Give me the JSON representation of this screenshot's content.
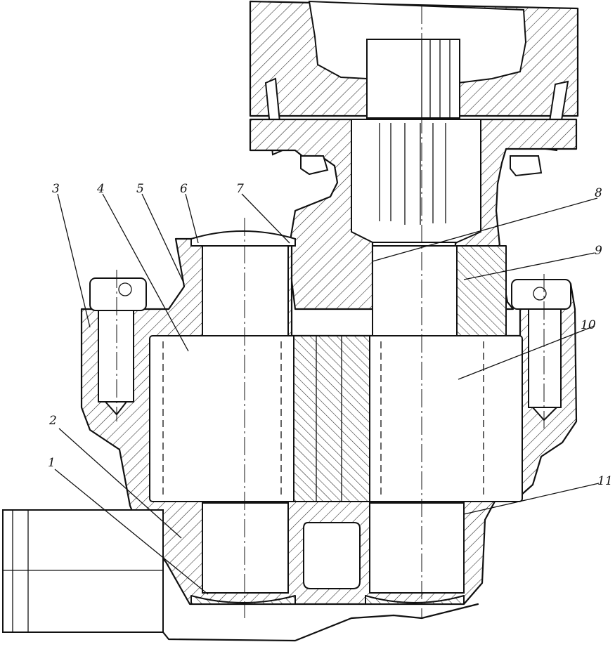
{
  "callouts": [
    {
      "id": "callout-1",
      "text": "1"
    },
    {
      "id": "callout-2",
      "text": "2"
    },
    {
      "id": "callout-3",
      "text": "3"
    },
    {
      "id": "callout-4",
      "text": "4"
    },
    {
      "id": "callout-5",
      "text": "5"
    },
    {
      "id": "callout-6",
      "text": "6"
    },
    {
      "id": "callout-7",
      "text": "7"
    },
    {
      "id": "callout-8",
      "text": "8"
    },
    {
      "id": "callout-9",
      "text": "9"
    },
    {
      "id": "callout-10",
      "text": "10"
    },
    {
      "id": "callout-11",
      "text": "11"
    }
  ]
}
